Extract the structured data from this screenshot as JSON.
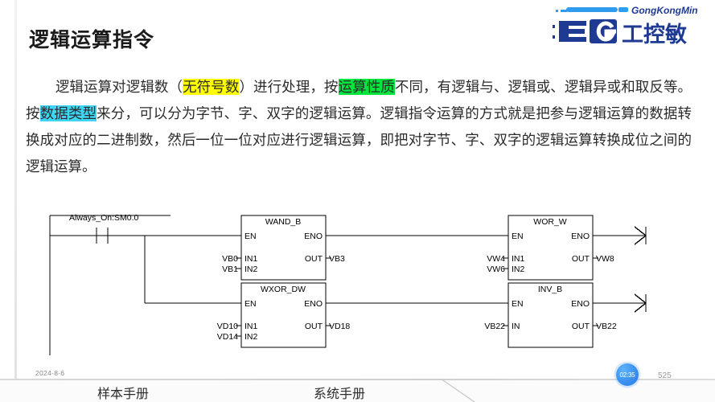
{
  "slide": {
    "title": "逻辑运算指令",
    "body": {
      "seg1": "逻辑运算对逻辑数（",
      "hl_yellow": "无符号数",
      "seg2": "）进行处理，按",
      "hl_green": "运算性质",
      "seg3": "不同，有逻辑与、逻辑或、逻辑异或和取反等。按",
      "hl_cyan": "数据类型",
      "seg4": "来分，可以分为字节、字、双字的逻辑运算。逻辑指令运算的方式就是把参与逻辑运算的数据转换成对应的二进制数，然后一位一位对应进行逻辑运算，即把对字节、字、双字的逻辑运算转换成位之间的逻辑运算。"
    }
  },
  "logo": {
    "wordmark": "GongKongMin",
    "mark_3g": "3G",
    "brand_cn": "工控敏",
    "color_primary": "#1f3a93",
    "color_accent": "#2f9cf0"
  },
  "ladder": {
    "contact": {
      "label": "Always_On:SM0.0"
    },
    "blocks": [
      {
        "name": "WAND_B",
        "en": "EN",
        "eno": "ENO",
        "out_label": "OUT",
        "inputs": [
          {
            "operand": "VB0",
            "pin": "IN1"
          },
          {
            "operand": "VB1",
            "pin": "IN2"
          }
        ],
        "output_operand": "VB3"
      },
      {
        "name": "WOR_W",
        "en": "EN",
        "eno": "ENO",
        "out_label": "OUT",
        "inputs": [
          {
            "operand": "VW4",
            "pin": "IN1"
          },
          {
            "operand": "VW6",
            "pin": "IN2"
          }
        ],
        "output_operand": "VW8"
      },
      {
        "name": "WXOR_DW",
        "en": "EN",
        "eno": "ENO",
        "out_label": "OUT",
        "inputs": [
          {
            "operand": "VD10",
            "pin": "IN1"
          },
          {
            "operand": "VD14",
            "pin": "IN2"
          }
        ],
        "output_operand": "VD18"
      },
      {
        "name": "INV_B",
        "en": "EN",
        "eno": "ENO",
        "out_label": "OUT",
        "inputs": [
          {
            "operand": "VB22",
            "pin": "IN"
          }
        ],
        "output_operand": "VB22"
      }
    ]
  },
  "footer": {
    "date": "2024-8-6",
    "label_left": "样本手册",
    "label_right": "系统手册",
    "timer": "02:35",
    "page_number": "525"
  }
}
